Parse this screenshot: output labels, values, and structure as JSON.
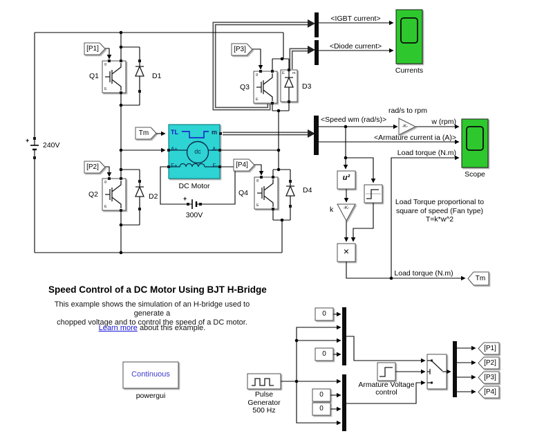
{
  "diagram": {
    "tags": {
      "p1": "[P1]",
      "p2": "[P2]",
      "p3": "[P3]",
      "p4": "[P4]",
      "tm": "Tm"
    },
    "labels": {
      "q1": "Q1",
      "q2": "Q2",
      "q3": "Q3",
      "q4": "Q4",
      "d1": "D1",
      "d2": "D2",
      "d3": "D3",
      "d4": "D4",
      "battery_main": "240V",
      "battery_field": "300V",
      "plus": "+",
      "dc_motor": "DC Motor",
      "currents_scope": "Currents",
      "scope": "Scope",
      "gain_rpm_label": "rad/s to rpm",
      "gain_k_label": "k",
      "gain_text": "-K-",
      "square_text": "u²",
      "product_text": "×",
      "powergui": "powergui",
      "powergui_text": "Continuous",
      "pulse_line1": "Pulse",
      "pulse_line2": "Generator",
      "pulse_line3": "500 Hz",
      "armature_line1": "Armature Voltage",
      "armature_line2": "control",
      "const": "0"
    },
    "ports": {
      "tl": "TL",
      "m": "m",
      "a_plus": "A+",
      "a_minus": "A-",
      "f_plus": "F+",
      "f_minus": "F-",
      "dc": "dc",
      "gate": "g",
      "emitter": "E",
      "d3_e": "E",
      "d3_m": "m"
    },
    "signals": {
      "igbt": "<IGBT current>",
      "diode": "<Diode current>",
      "speed": "<Speed wm (rad/s)>",
      "armature": "<Armature current ia (A)>",
      "w_rpm": "w (rpm)",
      "load_torque_scope": "Load torque (N.m)",
      "load_torque_out": "Load torque (N.m)"
    },
    "note": {
      "line1": "Load Torque proportional to",
      "line2": "square of speed (Fan type)",
      "line3": "T=k*w^2"
    },
    "text": {
      "title": "Speed Control of a DC Motor Using BJT H-Bridge",
      "desc1": "This example shows the simulation of an H-bridge used to generate a",
      "desc2": "chopped voltage and to control the speed of a DC motor.",
      "link": "Learn more",
      "link_rest": " about this example."
    },
    "colors": {
      "scope_green": "#2ec82e",
      "motor_fill": "#2fd3d3",
      "link": "#1511d6",
      "powergui_blue": "#3a3ace"
    }
  }
}
